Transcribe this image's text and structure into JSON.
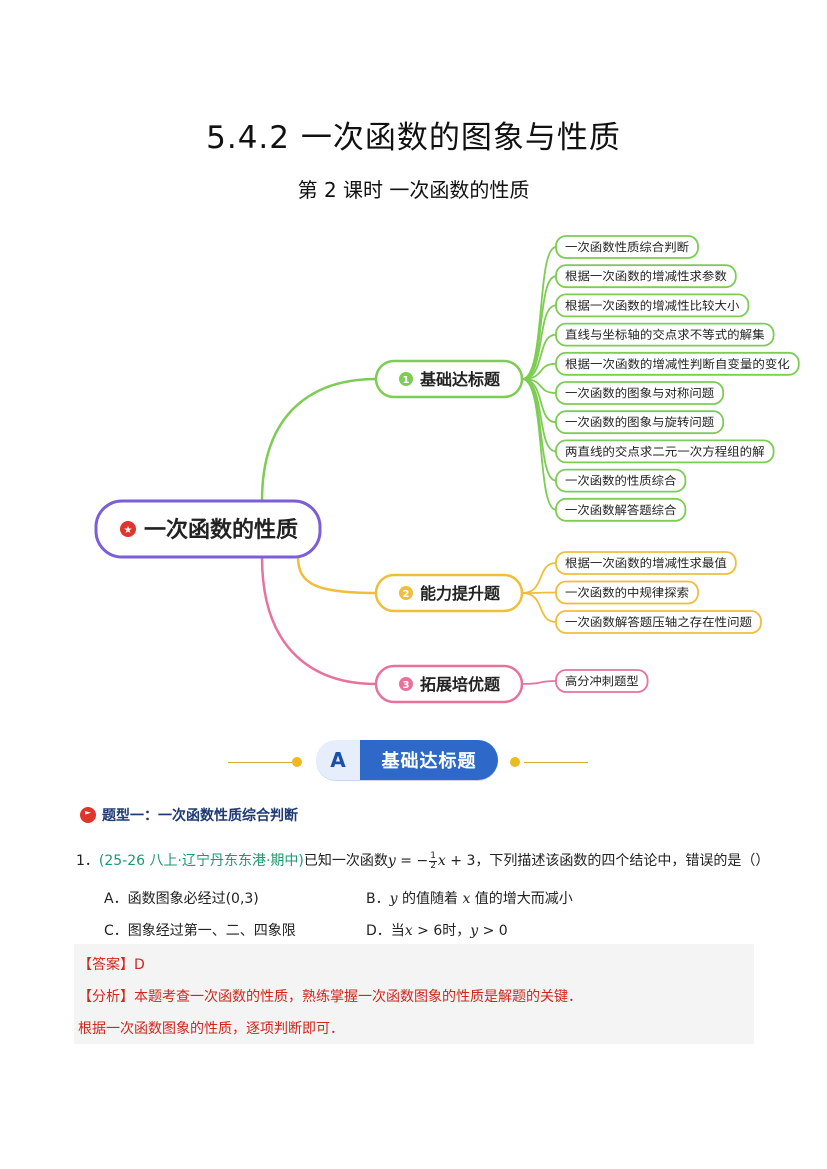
{
  "header": {
    "title": "5.4.2 一次函数的图象与性质",
    "subtitle": "第 2 课时 一次函数的性质"
  },
  "mindmap": {
    "root": {
      "label": "一次函数的性质",
      "color": "#7b5fd6"
    },
    "branches": [
      {
        "number": "1",
        "label": "基础达标题",
        "color": "#7dcc54",
        "leaves": [
          "一次函数性质综合判断",
          "根据一次函数的增减性求参数",
          "根据一次函数的增减性比较大小",
          "直线与坐标轴的交点求不等式的解集",
          "根据一次函数的增减性判断自变量的变化",
          "一次函数的图象与对称问题",
          "一次函数的图象与旋转问题",
          "两直线的交点求二元一次方程组的解",
          "一次函数的性质综合",
          "一次函数解答题综合"
        ]
      },
      {
        "number": "2",
        "label": "能力提升题",
        "color": "#efbe3a",
        "leaves": [
          "根据一次函数的增减性求最值",
          "一次函数的中规律探索",
          "一次函数解答题压轴之存在性问题"
        ]
      },
      {
        "number": "3",
        "label": "拓展培优题",
        "color": "#e8739a",
        "leaves": [
          "高分冲刺题型"
        ]
      }
    ]
  },
  "section": {
    "letter": "A",
    "label": "基础达标题"
  },
  "question_type": "题型一：一次函数性质综合判断",
  "question": {
    "number": "1．",
    "source": "(25-26 八上·辽宁丹东东港·期中)",
    "stem_a": "已知一次函数",
    "func_y": "y",
    "func_eq": " = −",
    "frac_num": "1",
    "frac_den": "2",
    "func_x": "x",
    "func_rest": " + 3",
    "stem_b": "，下列描述该函数的四个结论中，错误的是（）",
    "options": {
      "A": "A．函数图象必经过(0,3)",
      "B_pre": "B．",
      "B_var1": "y",
      "B_mid": " 的值随着 ",
      "B_var2": "x",
      "B_post": " 值的增大而减小",
      "C": "C．图象经过第一、二、四象限",
      "D_pre": "D．当",
      "D_var1": "x",
      "D_mid": " > 6时，",
      "D_var2": "y",
      "D_post": " > 0"
    }
  },
  "answer": {
    "answer_line": "【答案】D",
    "analysis_line": "【分析】本题考查一次函数的性质，熟练掌握一次函数图象的性质是解题的关键．",
    "method_line": "根据一次函数图象的性质，逐项判断即可．"
  }
}
